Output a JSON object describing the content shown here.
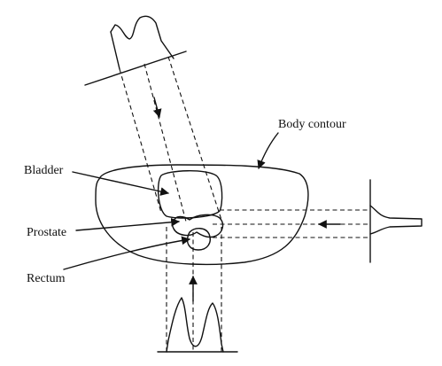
{
  "labels": {
    "body_contour": "Body contour",
    "bladder": "Bladder",
    "prostate": "Prostate",
    "rectum": "Rectum"
  },
  "colors": {
    "ink": "#111111",
    "background": "#ffffff"
  }
}
